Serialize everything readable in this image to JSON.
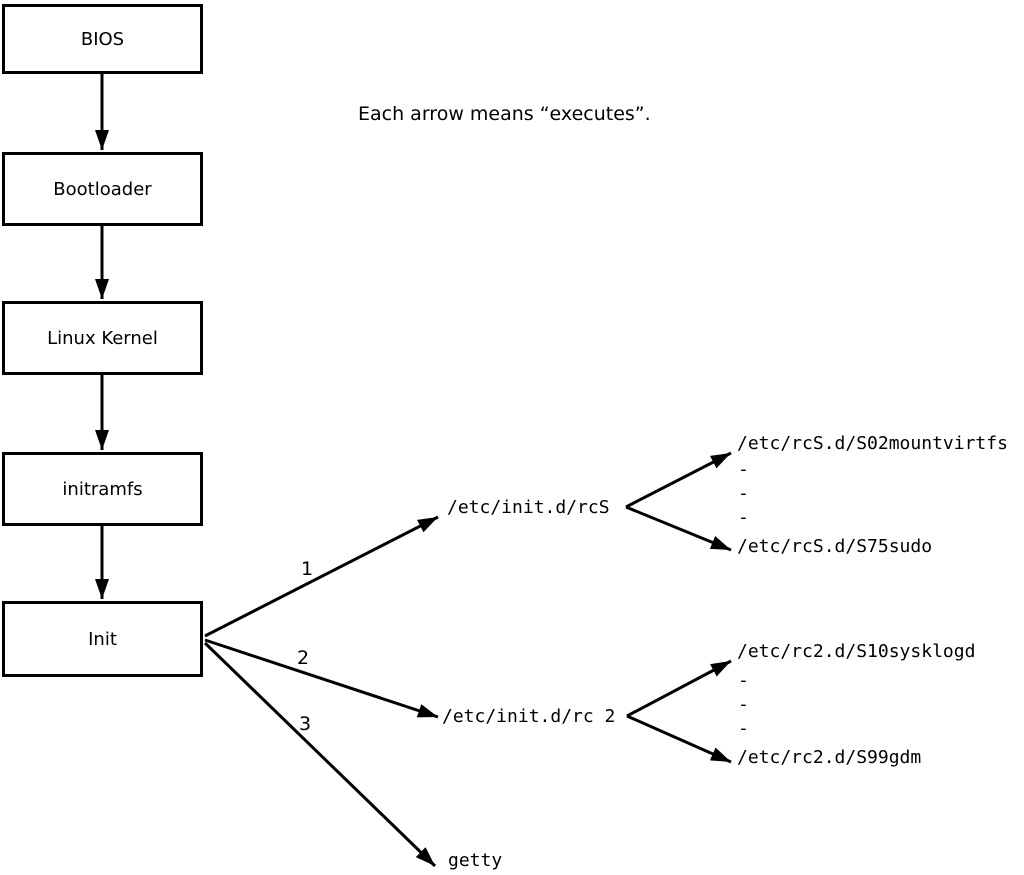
{
  "diagram": {
    "annotation": "Each arrow means “executes”.",
    "nodes": [
      {
        "label": "BIOS"
      },
      {
        "label": "Bootloader"
      },
      {
        "label": "Linux Kernel"
      },
      {
        "label": "initramfs"
      },
      {
        "label": "Init"
      }
    ],
    "branches": [
      {
        "label": "1",
        "target": "/etc/init.d/rcS"
      },
      {
        "label": "2",
        "target": "/etc/init.d/rc 2"
      },
      {
        "label": "3",
        "target": "getty"
      }
    ],
    "rcs_scripts": {
      "first": "/etc/rcS.d/S02mountvirtfs",
      "dots": [
        "-",
        "-",
        "-"
      ],
      "last": "/etc/rcS.d/S75sudo"
    },
    "rc2_scripts": {
      "first": "/etc/rc2.d/S10sysklogd",
      "dots": [
        "-",
        "-",
        "-"
      ],
      "last": "/etc/rc2.d/S99gdm"
    },
    "colors": {
      "line": "#000000",
      "background": "#ffffff"
    }
  }
}
